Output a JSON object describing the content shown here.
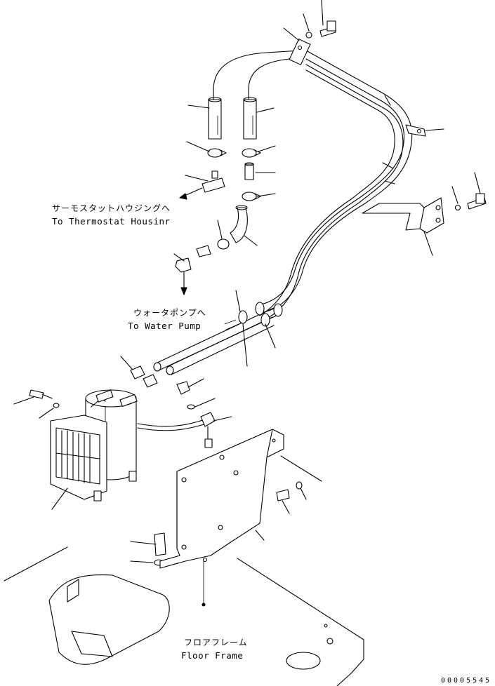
{
  "labels": {
    "thermostat_jp": "サーモスタットハウジングへ",
    "thermostat_en": "To Thermostat Housinr",
    "water_pump_jp": "ウォータポンプへ",
    "water_pump_en": "To Water Pump",
    "floor_frame_jp": "フロアフレーム",
    "floor_frame_en": "Floor Frame",
    "drawing_code": "00005545"
  }
}
